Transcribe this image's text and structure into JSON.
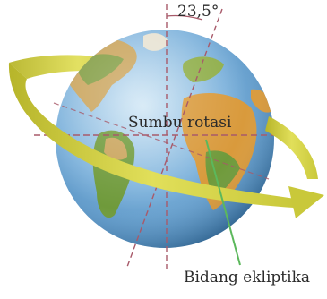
{
  "labels": {
    "tilt_angle": "23,5°",
    "rotation_axis": "Sumbu rotasi",
    "ecliptic_plane": "Bidang ekliptika"
  },
  "colors": {
    "ocean": "#5a96c8",
    "land": "#c9a35a",
    "vegetation": "#6f9a3b",
    "orbit_ribbon": "#cfd23a",
    "axis_line": "#a85a6a",
    "pointer_line": "#5cb85c"
  }
}
